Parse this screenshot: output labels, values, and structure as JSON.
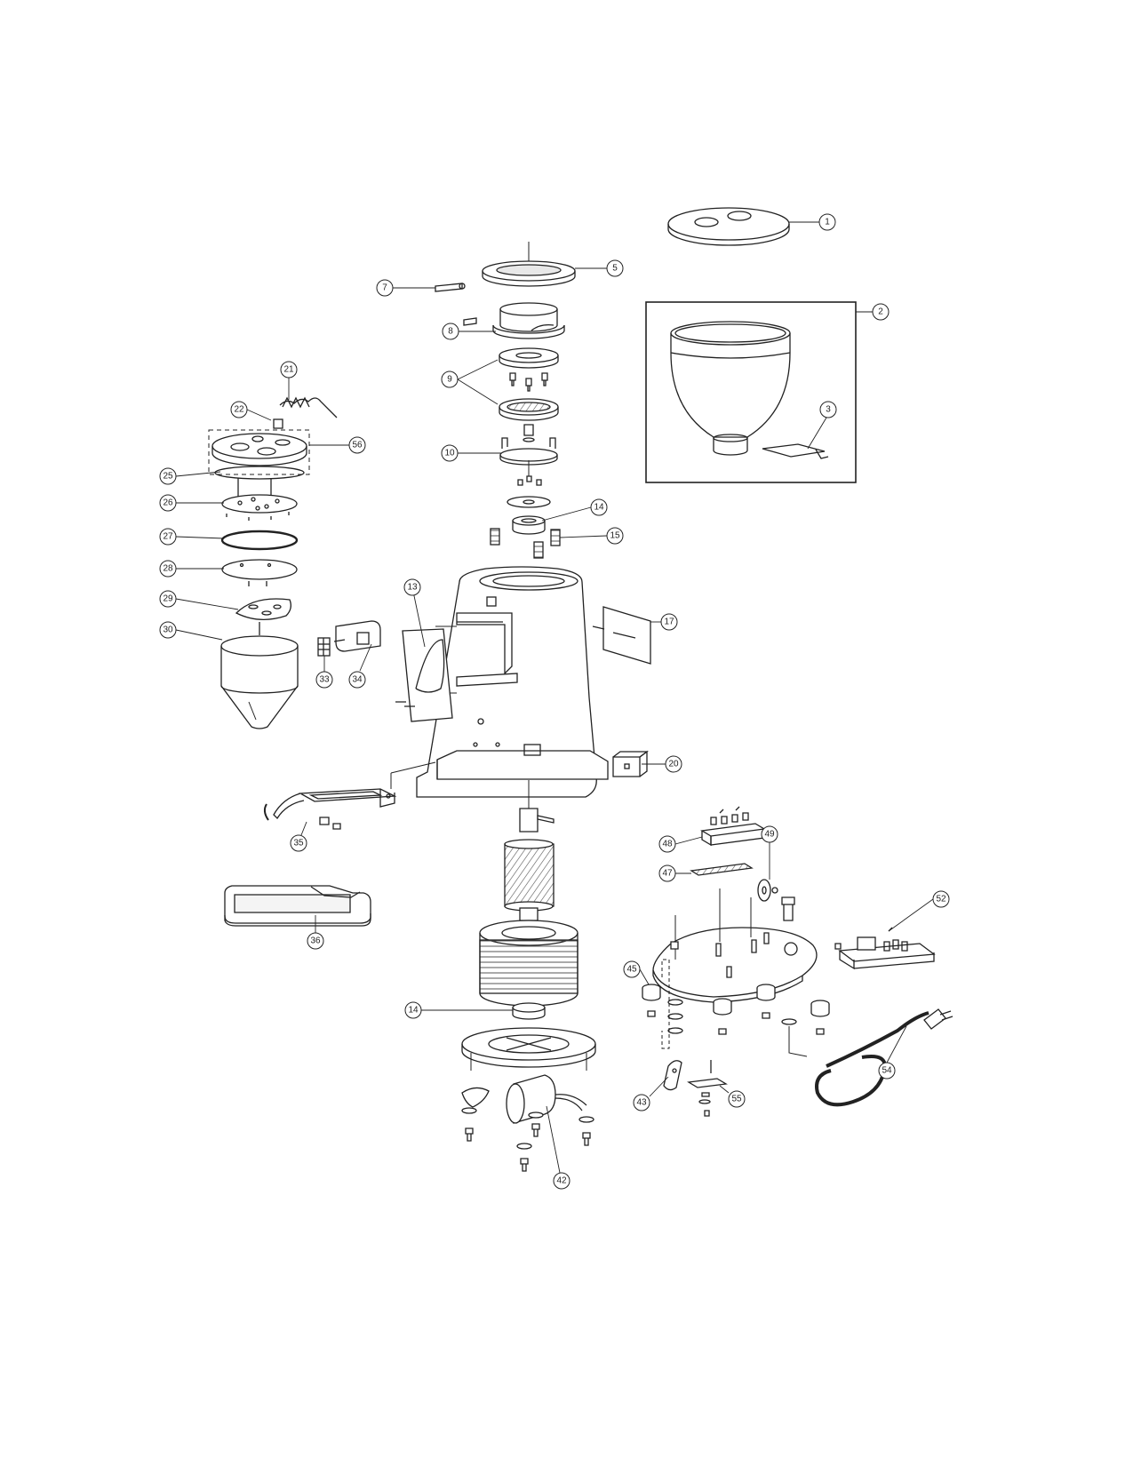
{
  "callouts": {
    "c1": "1",
    "c2": "2",
    "c3": "3",
    "c5": "5",
    "c7": "7",
    "c8": "8",
    "c9": "9",
    "c10": "10",
    "c13": "13",
    "c14a": "14",
    "c14b": "14",
    "c15": "15",
    "c17": "17",
    "c20": "20",
    "c21": "21",
    "c22": "22",
    "c25": "25",
    "c26": "26",
    "c27": "27",
    "c28": "28",
    "c29": "29",
    "c30": "30",
    "c33": "33",
    "c34": "34",
    "c35": "35",
    "c36": "36",
    "c42": "42",
    "c43": "43",
    "c45": "45",
    "c47": "47",
    "c48": "48",
    "c49": "49",
    "c52": "52",
    "c54": "54",
    "c55": "55",
    "c56": "56"
  },
  "colors": {
    "line": "#222222",
    "fill": "#ffffff",
    "shade": "#d8d8d8",
    "background": "#ffffff"
  }
}
